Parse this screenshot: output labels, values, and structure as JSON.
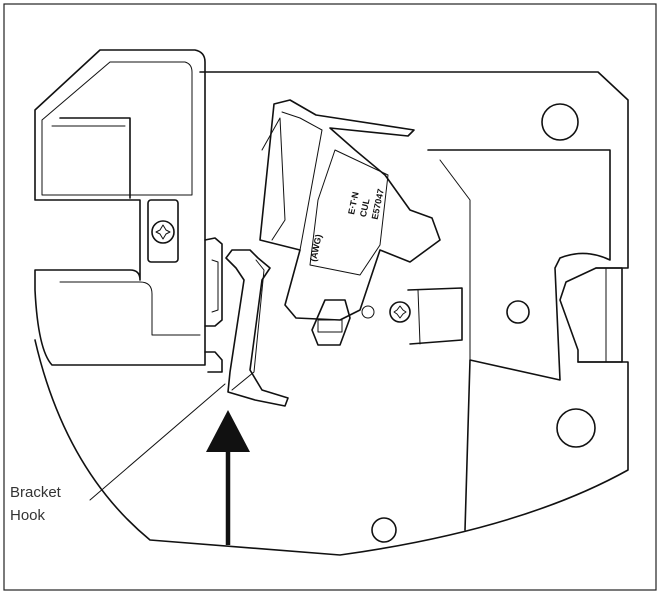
{
  "callout": {
    "line1": "Bracket",
    "line2": "Hook"
  },
  "relay": {
    "brand": "E∙T∙N",
    "text1": "CUL",
    "text2": "E57047",
    "text3": "(AWG)"
  },
  "colors": {
    "stroke": "#111111",
    "background": "#ffffff",
    "label": "#333333"
  }
}
